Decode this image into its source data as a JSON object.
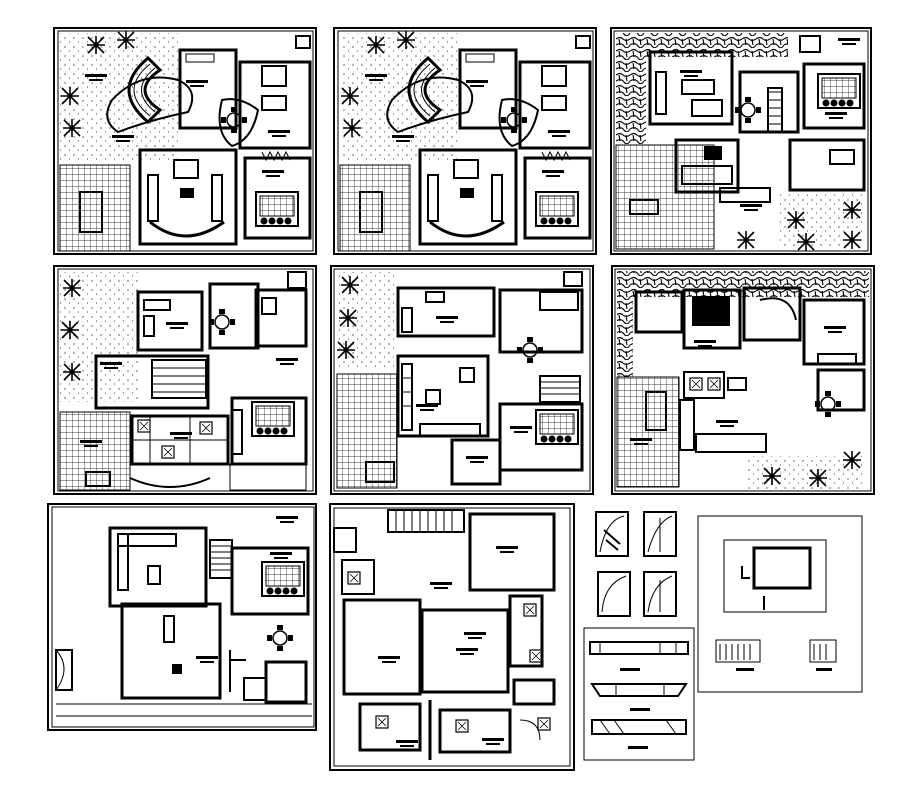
{
  "drawing": {
    "kind": "floor-plan-sheet",
    "colors": {
      "background": "#ffffff",
      "ink": "#000000"
    },
    "plans": [
      {
        "id": "plan-1",
        "features": [
          "garden",
          "curved-stair",
          "round-dining-table",
          "bedroom",
          "hatched-parking"
        ]
      },
      {
        "id": "plan-2",
        "features": [
          "garden",
          "curved-stair",
          "round-dining-table",
          "bedroom",
          "hatched-parking"
        ]
      },
      {
        "id": "plan-3",
        "features": [
          "stone-garden",
          "kitchen",
          "stair",
          "bedroom",
          "hatched-parking"
        ]
      },
      {
        "id": "plan-4",
        "features": [
          "garden",
          "kitchen",
          "dining",
          "bedroom",
          "hatched-parking"
        ]
      },
      {
        "id": "plan-5",
        "features": [
          "garden",
          "kitchen",
          "dining",
          "bedroom",
          "hatched-parking"
        ]
      },
      {
        "id": "plan-6",
        "features": [
          "stone-garden",
          "bedroom",
          "kitchen",
          "stair",
          "garden"
        ]
      },
      {
        "id": "plan-7",
        "features": [
          "sofa",
          "stair",
          "bedroom",
          "dining",
          "door"
        ]
      },
      {
        "id": "plan-8",
        "features": [
          "stair",
          "rooms",
          "toilets"
        ]
      },
      {
        "id": "details-doors",
        "features": [
          "door-swing-details"
        ]
      },
      {
        "id": "details-sections",
        "features": [
          "section-details"
        ]
      },
      {
        "id": "details-site",
        "features": [
          "site-plan",
          "elevations"
        ]
      }
    ]
  }
}
